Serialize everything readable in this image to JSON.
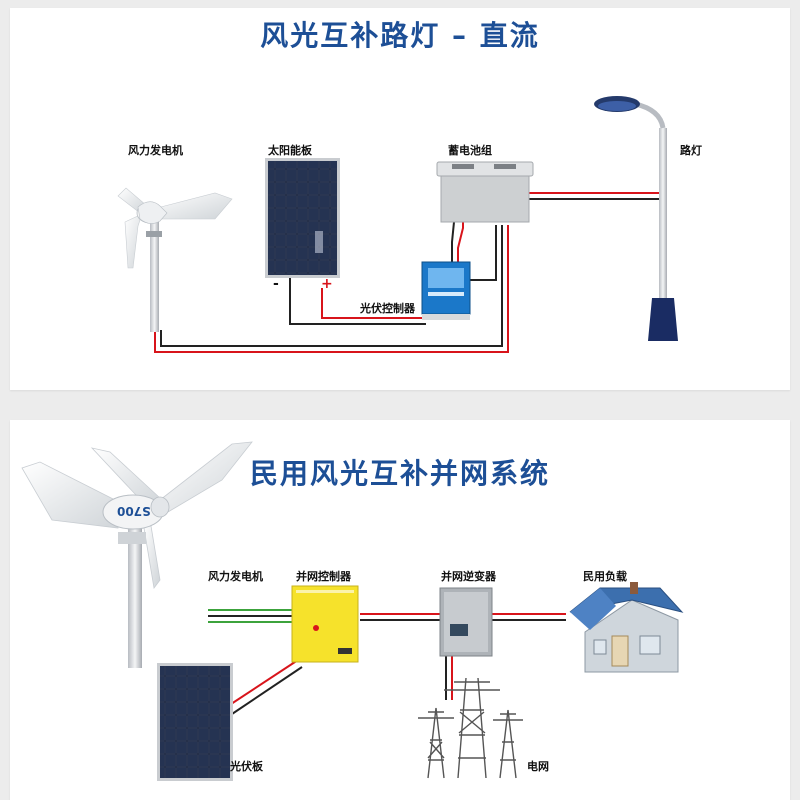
{
  "top": {
    "title": "风光互补路灯 – 直流",
    "labels": {
      "wind_turbine": "风力发电机",
      "solar_panel": "太阳能板",
      "battery": "蓄电池组",
      "street_light": "路灯",
      "pv_controller": "光伏控制器",
      "minus": "-",
      "plus": "+"
    }
  },
  "bottom": {
    "title": "民用风光互补并网系统",
    "labels": {
      "wind_turbine": "风力发电机",
      "grid_controller": "并网控制器",
      "grid_inverter": "并网逆变器",
      "household_load": "民用负载",
      "pv_panel": "光伏板",
      "power_grid": "电网",
      "turbine_model": "S700"
    }
  },
  "colors": {
    "title": "#1d4f96",
    "wire_red": "#d8141b",
    "wire_dark": "#222222",
    "wire_green": "#3ca33c",
    "panel_bg": "#ffffff",
    "page_bg": "#ececec"
  }
}
